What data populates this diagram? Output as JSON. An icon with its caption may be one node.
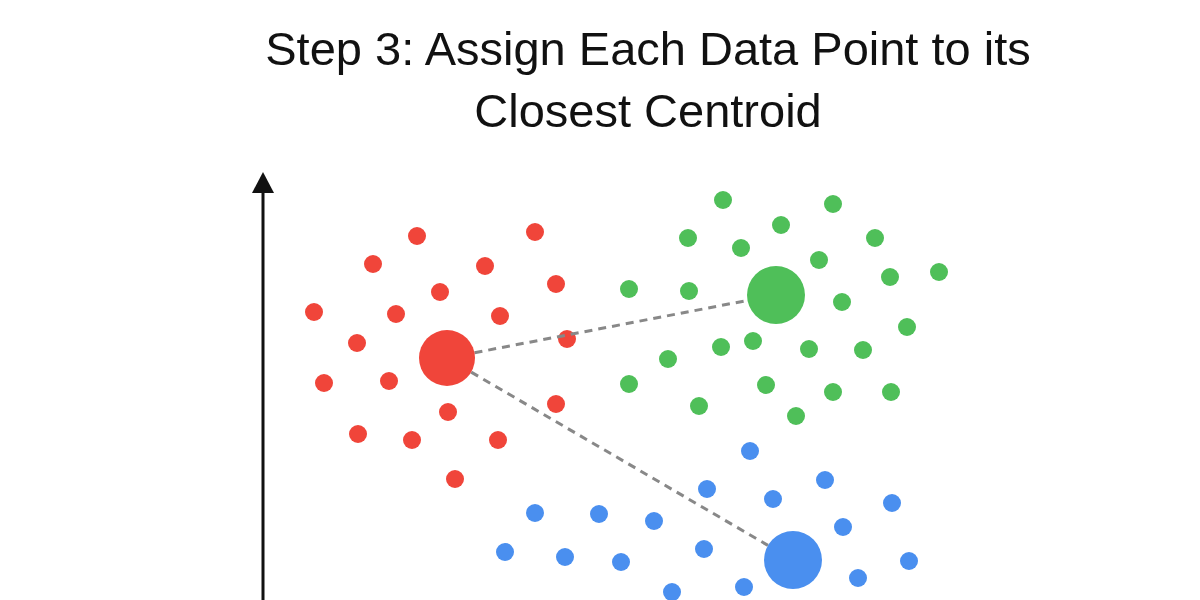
{
  "diagram": {
    "title": "Step 3: Assign Each Data Point to its Closest Centroid",
    "nodes": [
      {
        "text": [],
        "shape": "circle"
      },
      {
        "text": [],
        "shape": "circle"
      },
      {
        "text": [],
        "shape": "circle"
      }
    ],
    "edges": [
      {
        "from": 0,
        "to": 1,
        "arrow": "none",
        "style": "dashed"
      },
      {
        "from": 0,
        "to": 2,
        "arrow": "none",
        "style": "dashed"
      }
    ]
  }
}
